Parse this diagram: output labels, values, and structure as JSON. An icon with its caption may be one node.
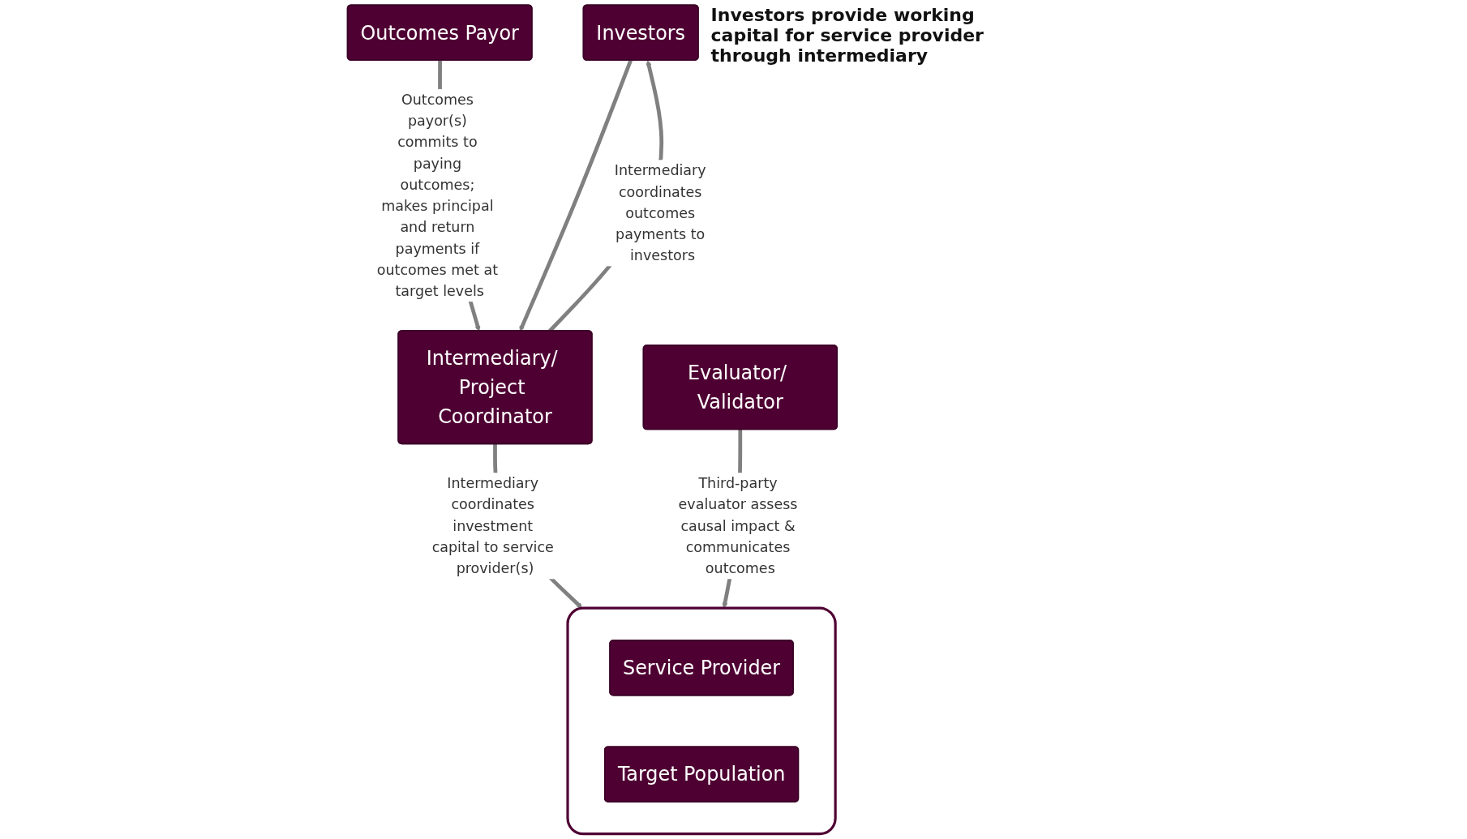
{
  "diagram": {
    "nodes": [
      {
        "text": [
          "Outcomes Payor"
        ]
      },
      {
        "text": [
          "Investors"
        ],
        "beside": [
          "Investors provide working capital for service provider through intermediary"
        ]
      },
      {
        "text": [
          "Intermediary/ Project Coordinator"
        ]
      },
      {
        "text": [
          "Evaluator/ Validator"
        ]
      },
      {
        "text": [],
        "shape": "box"
      },
      {
        "text": [
          "Service Provider"
        ],
        "in": 4
      },
      {
        "text": [
          "Target Population"
        ],
        "in": 4
      }
    ],
    "edges": [
      {
        "from": 0,
        "to": 2,
        "arrow": "to",
        "label": "Outcomes payor(s) commits to paying outcomes; makes principal and return payments if outcomes met at target levels"
      },
      {
        "from": 1,
        "to": 2,
        "arrow": "to"
      },
      {
        "from": 2,
        "to": 1,
        "arrow": "to",
        "label": "Intermediary coordinates outcomes payments to investors"
      },
      {
        "from": 2,
        "to": 4,
        "arrow": "to",
        "label": "Intermediary coordinates investment capital to service provider(s)"
      },
      {
        "from": 3,
        "to": 4,
        "arrow": "to",
        "label": "Third-party evaluator assess causal impact & communicates outcomes"
      }
    ]
  }
}
